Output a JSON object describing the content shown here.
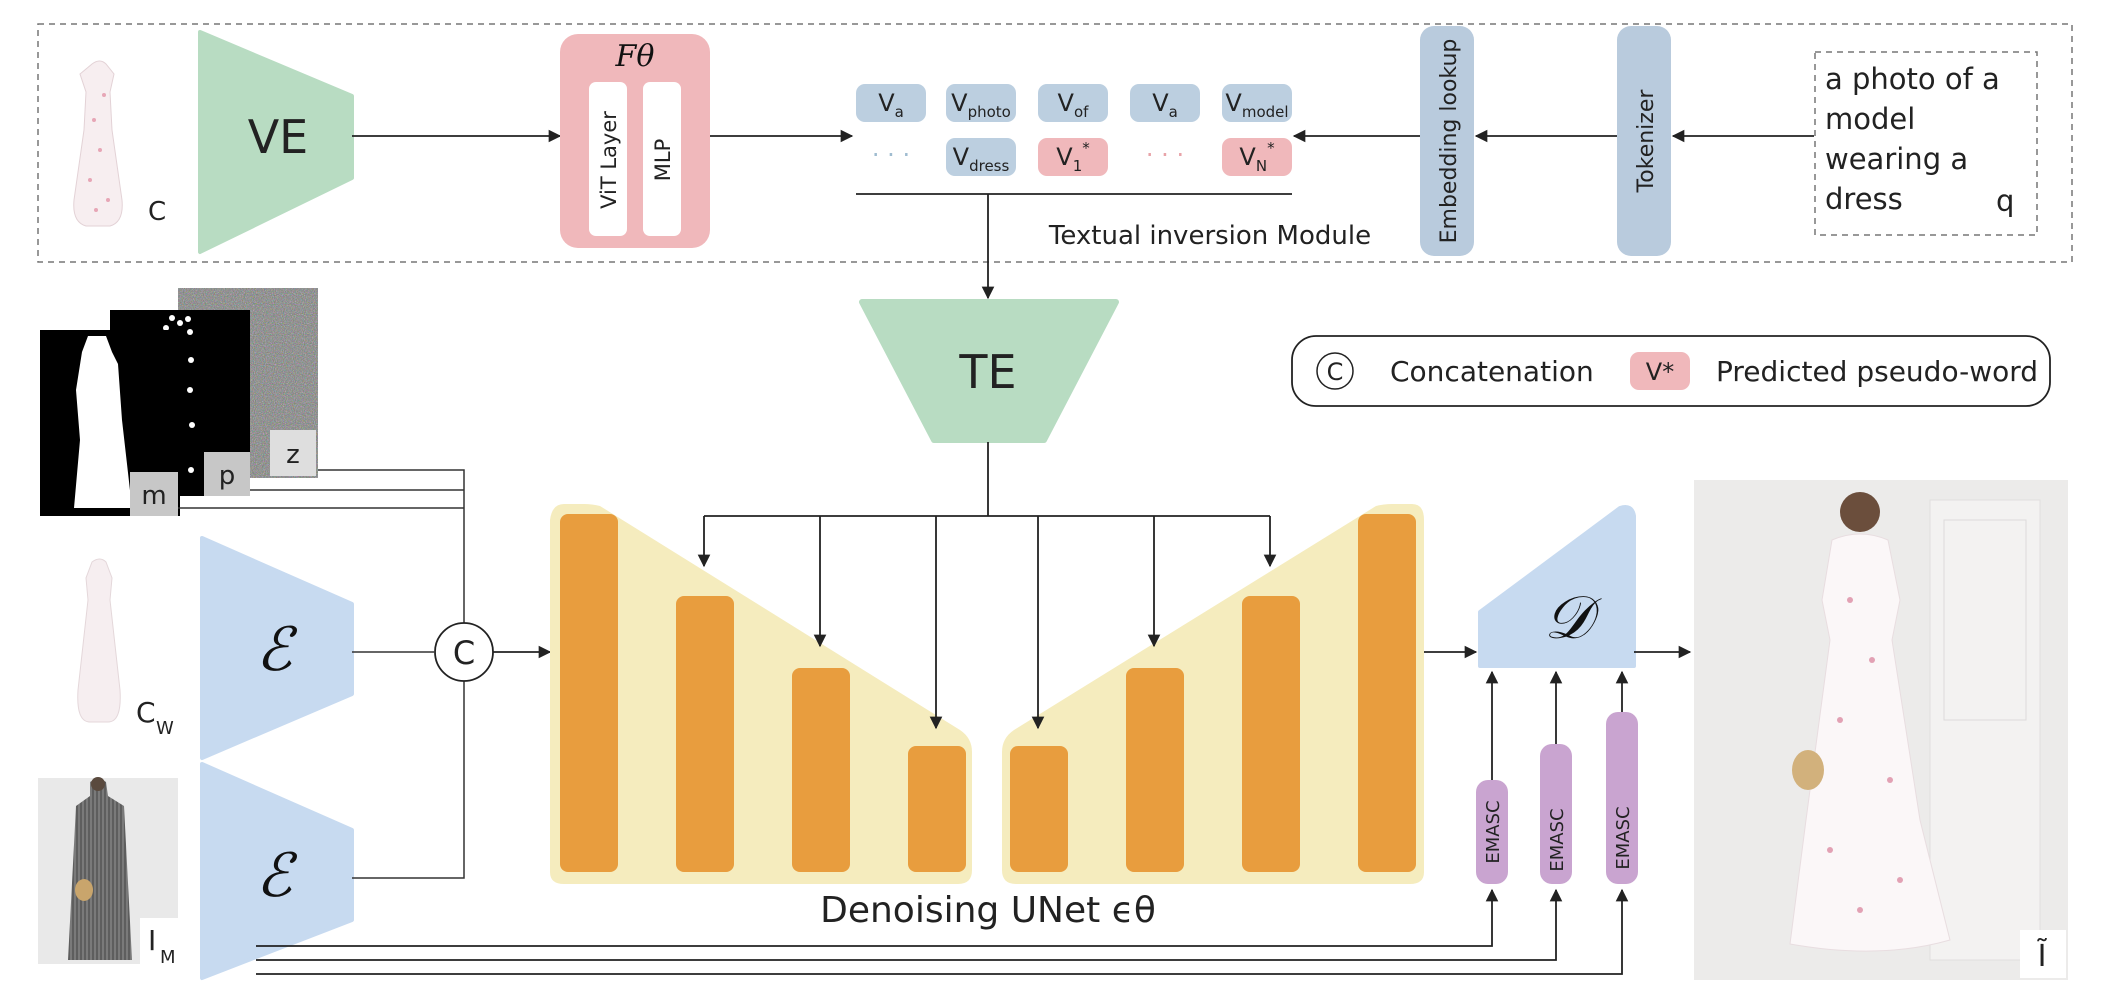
{
  "textual_inversion": {
    "module_label": "Textual inversion Module",
    "tokens_row1": [
      {
        "base": "V",
        "sub": "a"
      },
      {
        "base": "V",
        "sub": "photo"
      },
      {
        "base": "V",
        "sub": "of"
      },
      {
        "base": "V",
        "sub": "a"
      },
      {
        "base": "V",
        "sub": "model"
      }
    ],
    "tokens_row2": [
      {
        "base": "V",
        "sub": "dress",
        "sup": "",
        "pseudo": false
      },
      {
        "base": "V",
        "sub": "1",
        "sup": "*",
        "pseudo": true
      },
      {
        "base": "V",
        "sub": "N",
        "sup": "*",
        "pseudo": true
      }
    ],
    "ellipsis": "· · ·"
  },
  "encoders": {
    "vision_encoder": "VE",
    "text_encoder": "TE",
    "f_theta": "Fθ",
    "vit_layer": "ViT Layer",
    "mlp": "MLP",
    "embedding_lookup": "Embedding lookup",
    "tokenizer": "Tokenizer",
    "vae_encoder_glyph": "ℰ",
    "vae_decoder_glyph": "𝒟"
  },
  "prompt": {
    "lines": [
      "a photo of a",
      "model",
      "wearing a",
      "dress"
    ],
    "label": "q"
  },
  "inputs": {
    "garment_label": "C",
    "mask_label": "m",
    "pose_label": "p",
    "noise_label": "z",
    "warped_label": "C",
    "warped_sub": "W",
    "masked_label": "I",
    "masked_sub": "M",
    "output_label": "Ĩ"
  },
  "concat_symbol": "C",
  "unet": {
    "label": "Denoising UNet ϵθ"
  },
  "emasc": [
    "EMASC",
    "EMASC",
    "EMASC"
  ],
  "legend": {
    "concat_symbol": "C",
    "concat_text": "Concatenation",
    "pseudo_swatch": "V*",
    "pseudo_text": "Predicted pseudo-word"
  },
  "colors": {
    "green": "#b8dcc2",
    "blue": "#c7daf0",
    "token_blue": "#bccfe0",
    "pink": "#f0b8bb",
    "unet_bg": "#f5ecbe",
    "unet_block": "#e89d3e",
    "emasc": "#c9a4d0",
    "steel": "#b9cbdd"
  }
}
